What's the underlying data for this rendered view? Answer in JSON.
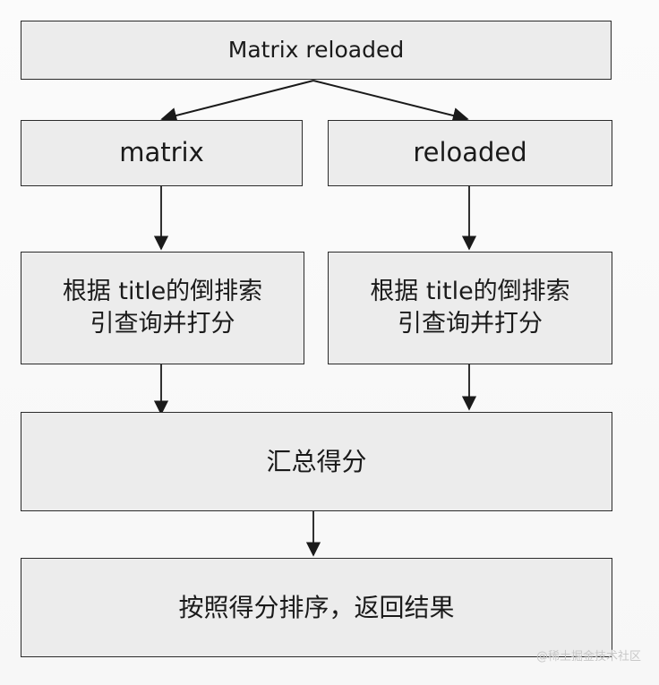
{
  "diagram": {
    "root": "Matrix reloaded",
    "branches": [
      {
        "term": "matrix",
        "action_line1": "根据 title的倒排索",
        "action_line2": "引查询并打分"
      },
      {
        "term": "reloaded",
        "action_line1": "根据 title的倒排索",
        "action_line2": "引查询并打分"
      }
    ],
    "merge": "汇总得分",
    "final": "按照得分排序，返回结果"
  },
  "watermark": "@稀土掘金技术社区"
}
